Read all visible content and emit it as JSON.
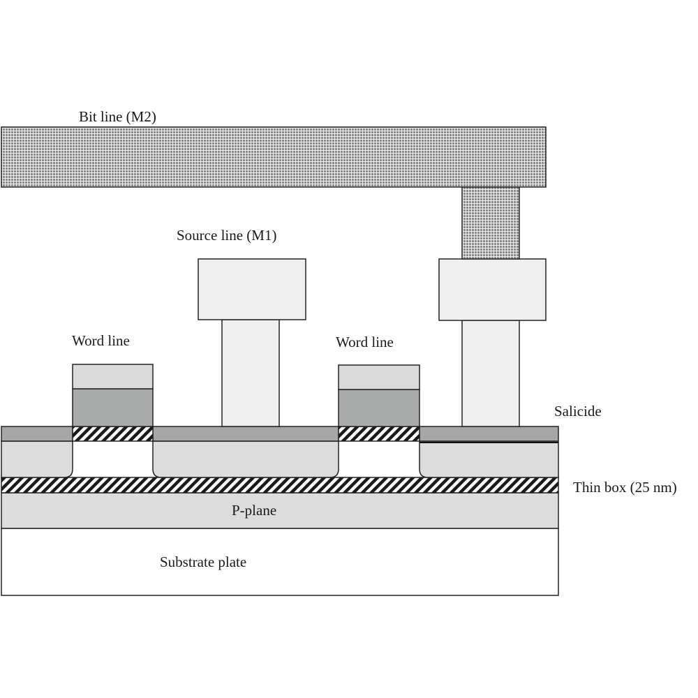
{
  "labels": {
    "bit_line": "Bit line (M2)",
    "source_line": "Source line (M1)",
    "word_line_left": "Word line",
    "word_line_right": "Word line",
    "salicide": "Salicide",
    "thin_box": "Thin box (25 nm)",
    "p_plane": "P-plane",
    "substrate": "Substrate plate"
  },
  "colors": {
    "metal_fill": "#9a9a9a",
    "contact_fill": "#efefef",
    "silicon_fill": "#dcdcdc",
    "salicide_fill": "#a6a6a6",
    "gate_cap_fill": "#dadada",
    "gate_fill": "#a9abab",
    "substrate_fill": "#ffffff",
    "outline": "#222222"
  }
}
